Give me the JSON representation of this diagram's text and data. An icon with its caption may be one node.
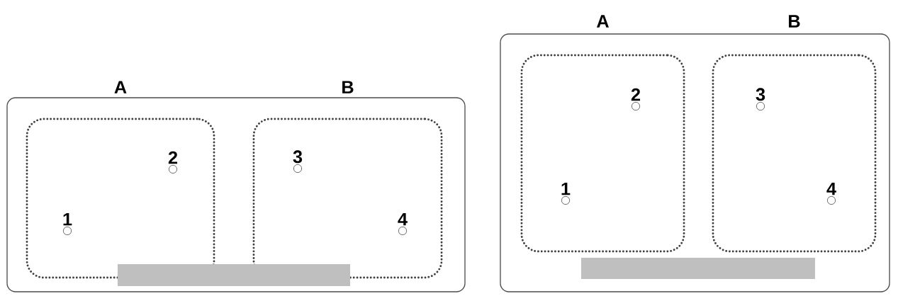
{
  "diagram": {
    "nodes": [
      {
        "text": [],
        "shape": "box"
      },
      {
        "text": [
          "A"
        ],
        "in": 0
      },
      {
        "text": [
          "B"
        ],
        "in": 0
      },
      {
        "text": [
          "1"
        ],
        "in": 1
      },
      {
        "text": [
          "2"
        ],
        "in": 1
      },
      {
        "text": [
          "3"
        ],
        "in": 2
      },
      {
        "text": [
          "4"
        ],
        "in": 2
      },
      {
        "text": [],
        "shape": "bar",
        "in": 0
      },
      {
        "text": [],
        "shape": "box"
      },
      {
        "text": [
          "A"
        ],
        "in": 8
      },
      {
        "text": [
          "B"
        ],
        "in": 8
      },
      {
        "text": [
          "1"
        ],
        "in": 9
      },
      {
        "text": [
          "2"
        ],
        "in": 9
      },
      {
        "text": [
          "3"
        ],
        "in": 10
      },
      {
        "text": [
          "4"
        ],
        "in": 10
      },
      {
        "text": [],
        "shape": "bar",
        "in": 8
      }
    ]
  }
}
